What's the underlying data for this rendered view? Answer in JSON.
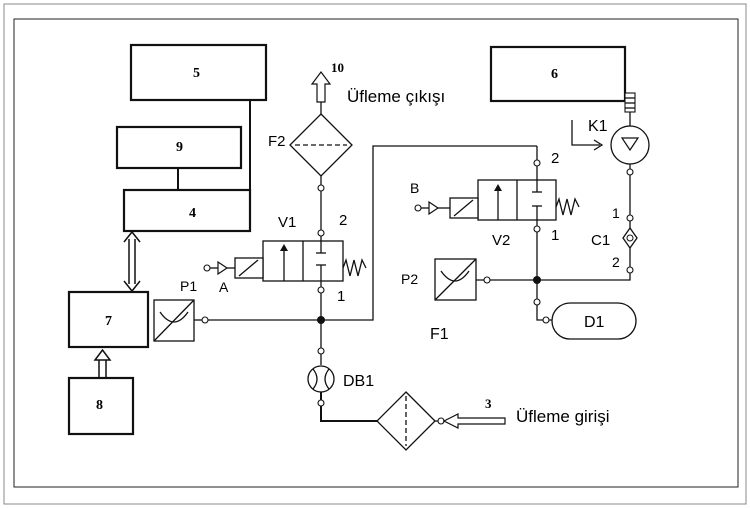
{
  "boxes": {
    "b5": "5",
    "b9": "9",
    "b4": "4",
    "b7": "7",
    "b8": "8",
    "b6": "6"
  },
  "labels": {
    "out_num": "10",
    "out_text": "Üfleme çıkışı",
    "in_num": "3",
    "in_text": "Üfleme girişi",
    "f2": "F2",
    "f1": "F1",
    "v1": "V1",
    "v2": "V2",
    "k1": "K1",
    "c1": "C1",
    "p1": "P1",
    "p2": "P2",
    "db1": "DB1",
    "d1": "D1",
    "a": "A",
    "b": "B",
    "v1_port2": "2",
    "v1_port1": "1",
    "v2_port2": "2",
    "v2_port1": "1",
    "c1_port1": "1",
    "c1_port2": "2"
  }
}
